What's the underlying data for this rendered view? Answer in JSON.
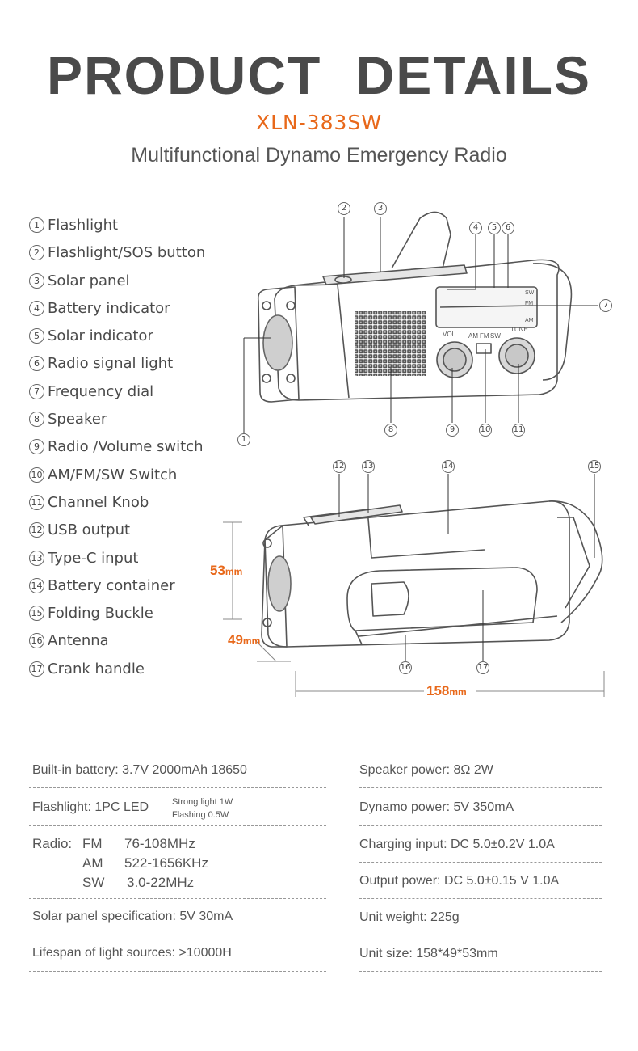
{
  "header": {
    "title": "PRODUCT  DETAILS",
    "model": "XLN-383SW",
    "subtitle": "Multifunctional Dynamo Emergency Radio"
  },
  "legend": [
    {
      "num": "1",
      "label": "Flashlight"
    },
    {
      "num": "2",
      "label": "Flashlight/SOS  button"
    },
    {
      "num": "3",
      "label": "Solar panel"
    },
    {
      "num": "4",
      "label": "Battery indicator"
    },
    {
      "num": "5",
      "label": "Solar indicator"
    },
    {
      "num": "6",
      "label": "Radio signal light"
    },
    {
      "num": "7",
      "label": "Frequency dial"
    },
    {
      "num": "8",
      "label": "Speaker"
    },
    {
      "num": "9",
      "label": "Radio /Volume switch"
    },
    {
      "num": "10",
      "label": "AM/FM/SW Switch"
    },
    {
      "num": "11",
      "label": "Channel Knob"
    },
    {
      "num": "12",
      "label": "USB output"
    },
    {
      "num": "13",
      "label": "Type-C input"
    },
    {
      "num": "14",
      "label": "Battery container"
    },
    {
      "num": "15",
      "label": "Folding Buckle"
    },
    {
      "num": "16",
      "label": "Antenna"
    },
    {
      "num": "17",
      "label": "Crank handle"
    }
  ],
  "diagram": {
    "dial_labels": {
      "vol": "VOL",
      "am": "AM",
      "fm": "FM",
      "sw": "SW",
      "tune": "TUNE",
      "band_sw": "SW",
      "band_fm": "FM",
      "band_am": "AM"
    },
    "dimensions": {
      "height_value": "53",
      "depth_value": "49",
      "length_value": "158",
      "unit": "mm"
    }
  },
  "specs": {
    "left": {
      "battery": "Built-in battery: 3.7V 2000mAh 18650",
      "flashlight": "Flashlight: 1PC LED",
      "flashlight_strong": "Strong light 1W",
      "flashlight_flash": "Flashing 0.5W",
      "radio_label": "Radio:",
      "radio_bands": [
        {
          "band": "FM",
          "range": "76-108MHz"
        },
        {
          "band": "AM",
          "range": "522-1656KHz"
        },
        {
          "band": "SW",
          "range": "3.0-22MHz"
        }
      ],
      "solar": "Solar panel specification: 5V 30mA",
      "lifespan": "Lifespan of light sources: >10000H"
    },
    "right": {
      "speaker": "Speaker power: 8Ω  2W",
      "dynamo": "Dynamo power: 5V 350mA",
      "charging": "Charging input: DC 5.0±0.2V  1.0A",
      "output": "Output power: DC 5.0±0.15 V 1.0A",
      "weight": "Unit weight: 225g",
      "size": "Unit size: 158*49*53mm"
    }
  },
  "colors": {
    "accent": "#e8681a",
    "text": "#4a4a4a",
    "line": "#999999"
  }
}
